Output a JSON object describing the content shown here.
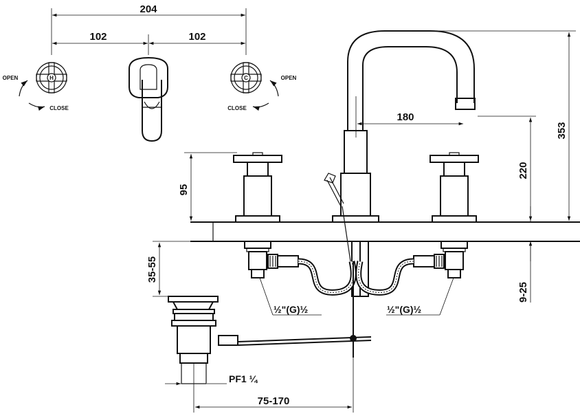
{
  "dimensions": {
    "overall_width": "204",
    "left_spacing": "102",
    "right_spacing": "102",
    "spout_reach": "180",
    "total_height": "353",
    "spout_height": "220",
    "handle_height": "95",
    "deck_thickness": "9-25",
    "drain_range": "35-55",
    "drain_offset": "75-170"
  },
  "labels": {
    "open_left": "OPEN",
    "close_left": "CLOSE",
    "open_right": "OPEN",
    "close_right": "CLOSE",
    "thread_left": "½\"(G)½",
    "thread_right": "½\"(G)½",
    "drain_thread": "PF1 ¼"
  }
}
